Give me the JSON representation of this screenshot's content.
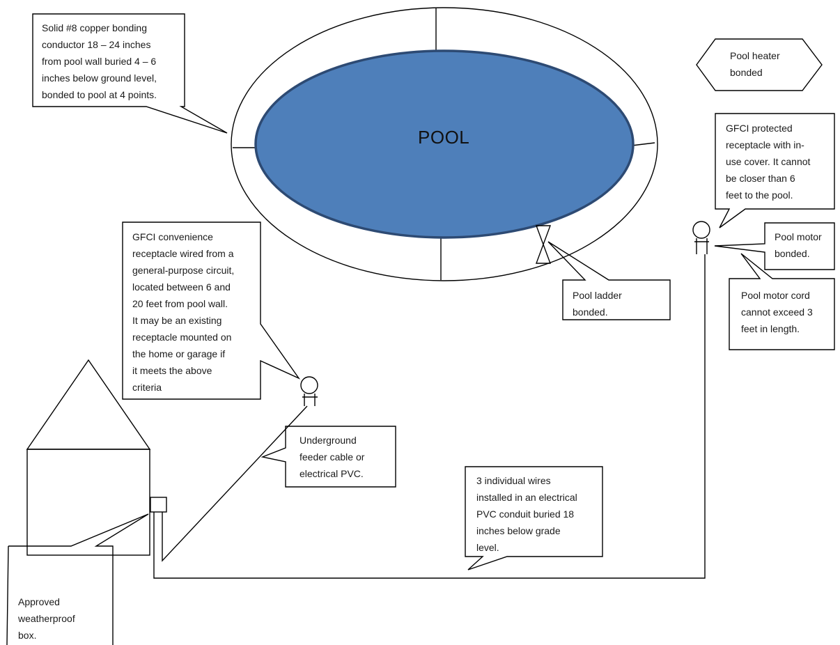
{
  "pool": {
    "label": "POOL",
    "fill_color": "#4e7fba",
    "outline_color": "#2d4a73"
  },
  "callouts": {
    "bonding_conductor": "Solid #8 copper bonding\nconductor 18 – 24 inches\nfrom pool wall buried 4 – 6\ninches below ground level,\nbonded to pool at 4 points.",
    "pool_heater": "Pool heater\nbonded",
    "gfci_protected": "GFCI protected\nreceptacle with in-\nuse cover. It cannot\nbe closer than 6\nfeet to the pool.",
    "pool_motor": "Pool motor\nbonded.",
    "motor_cord": "Pool motor cord\ncannot exceed 3\nfeet in length.",
    "ladder": "Pool ladder\nbonded.",
    "gfci_convenience": "GFCI convenience\nreceptacle wired from a\ngeneral-purpose circuit,\nlocated between 6 and\n20 feet from pool wall.\nIt may be an existing\nreceptacle mounted on\nthe home  or garage if\nit meets the above\ncriteria",
    "feeder_cable": "Underground\nfeeder cable or\nelectrical PVC.",
    "wires": "3 individual wires\ninstalled in an electrical\nPVC conduit buried 18\ninches below grade\nlevel.",
    "weatherproof_box": "Approved\nweatherproof\nbox."
  }
}
